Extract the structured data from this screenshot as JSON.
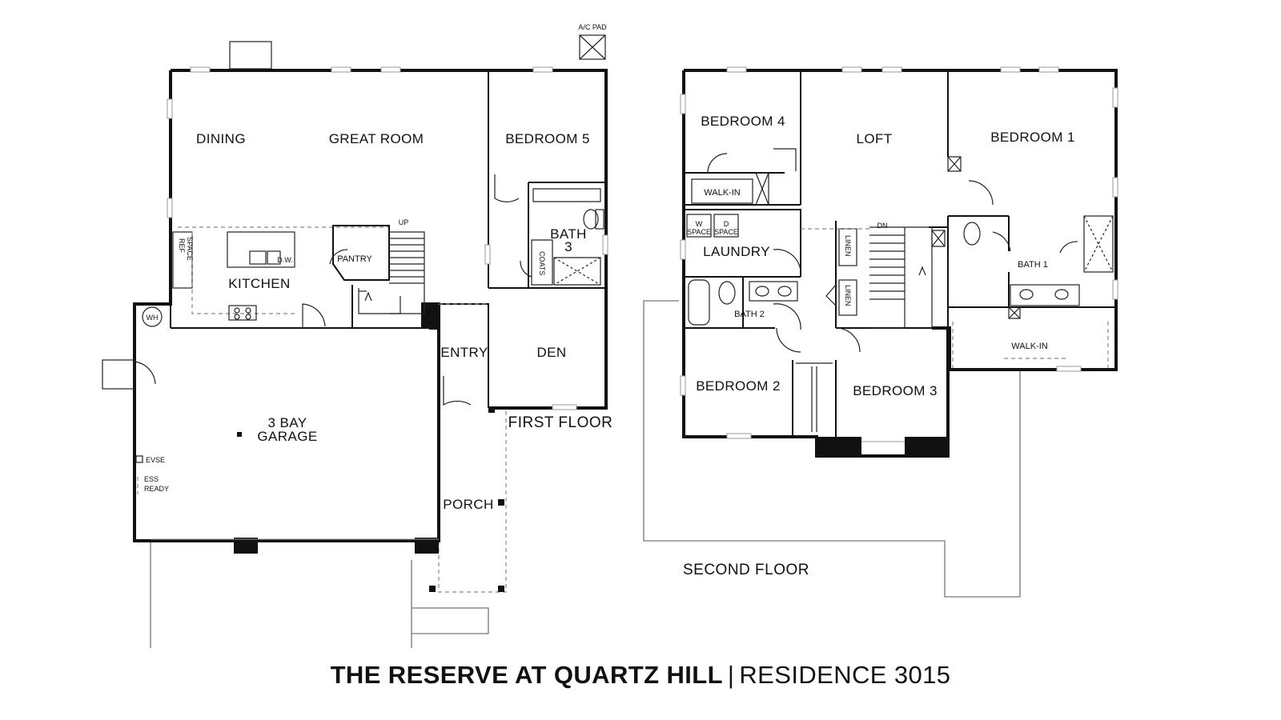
{
  "title": {
    "community": "THE RESERVE AT QUARTZ HILL",
    "separator": "|",
    "residence": "RESIDENCE 3015"
  },
  "first_floor": {
    "label": "FIRST FLOOR",
    "rooms": {
      "dining": "DINING",
      "great_room": "GREAT ROOM",
      "bedroom5": "BEDROOM 5",
      "bath3": "BATH",
      "bath3_num": "3",
      "coats": "COATS",
      "kitchen": "KITCHEN",
      "pantry": "PANTRY",
      "ref_space_1": "REF",
      "ref_space_2": "SPACE",
      "dw": "D.W.",
      "up": "UP",
      "wh": "WH",
      "entry": "ENTRY",
      "den": "DEN",
      "garage_1": "3 BAY",
      "garage_2": "GARAGE",
      "evse": "EVSE",
      "ess_1": "ESS",
      "ess_2": "READY",
      "porch": "PORCH",
      "ac_pad": "A/C PAD"
    }
  },
  "second_floor": {
    "label": "SECOND FLOOR",
    "rooms": {
      "bedroom4": "BEDROOM 4",
      "walkin_4": "WALK-IN",
      "loft": "LOFT",
      "bedroom1": "BEDROOM 1",
      "w_space_1": "W",
      "w_space_2": "SPACE",
      "d_space_1": "D",
      "d_space_2": "SPACE",
      "laundry": "LAUNDRY",
      "linen_1": "LINEN",
      "linen_2": "LINEN",
      "dn": "DN",
      "bath1": "BATH 1",
      "bath2": "BATH 2",
      "walkin_1": "WALK-IN",
      "bedroom2": "BEDROOM 2",
      "bedroom3": "BEDROOM 3"
    }
  }
}
